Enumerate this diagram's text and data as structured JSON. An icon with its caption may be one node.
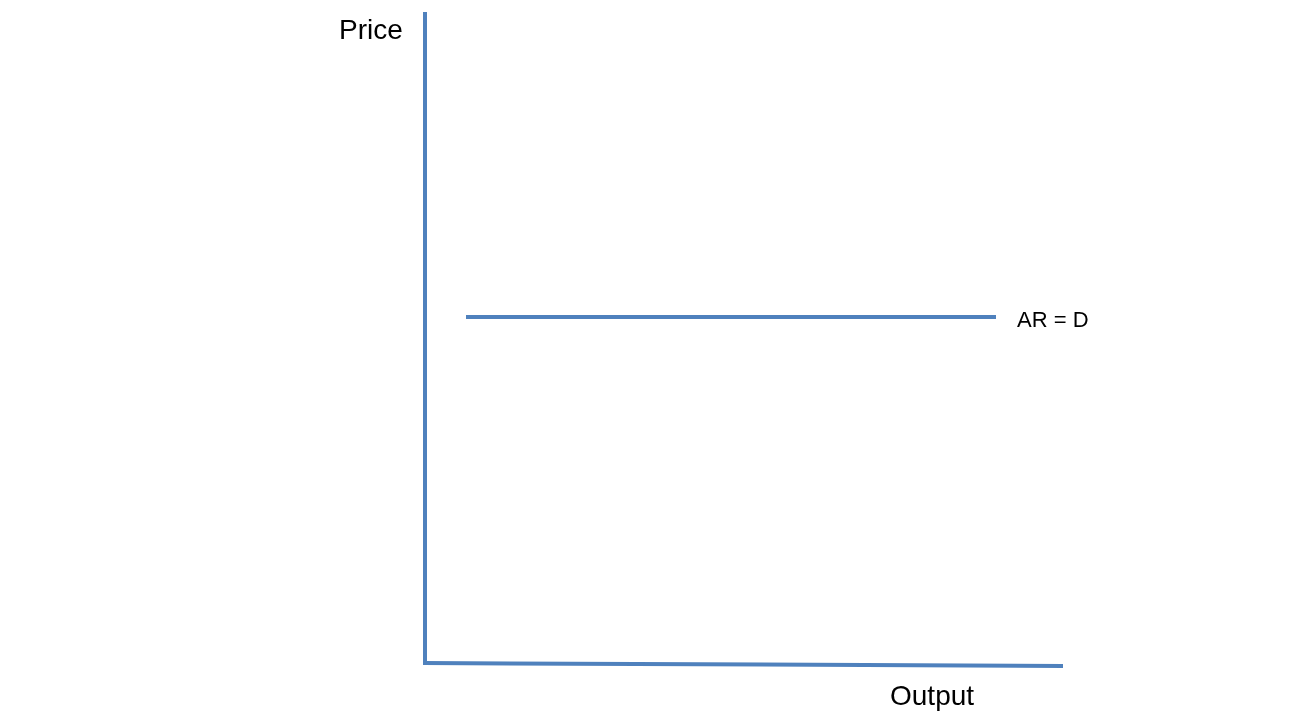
{
  "diagram": {
    "labels": [
      "Price",
      "AR = D",
      "Output"
    ]
  }
}
